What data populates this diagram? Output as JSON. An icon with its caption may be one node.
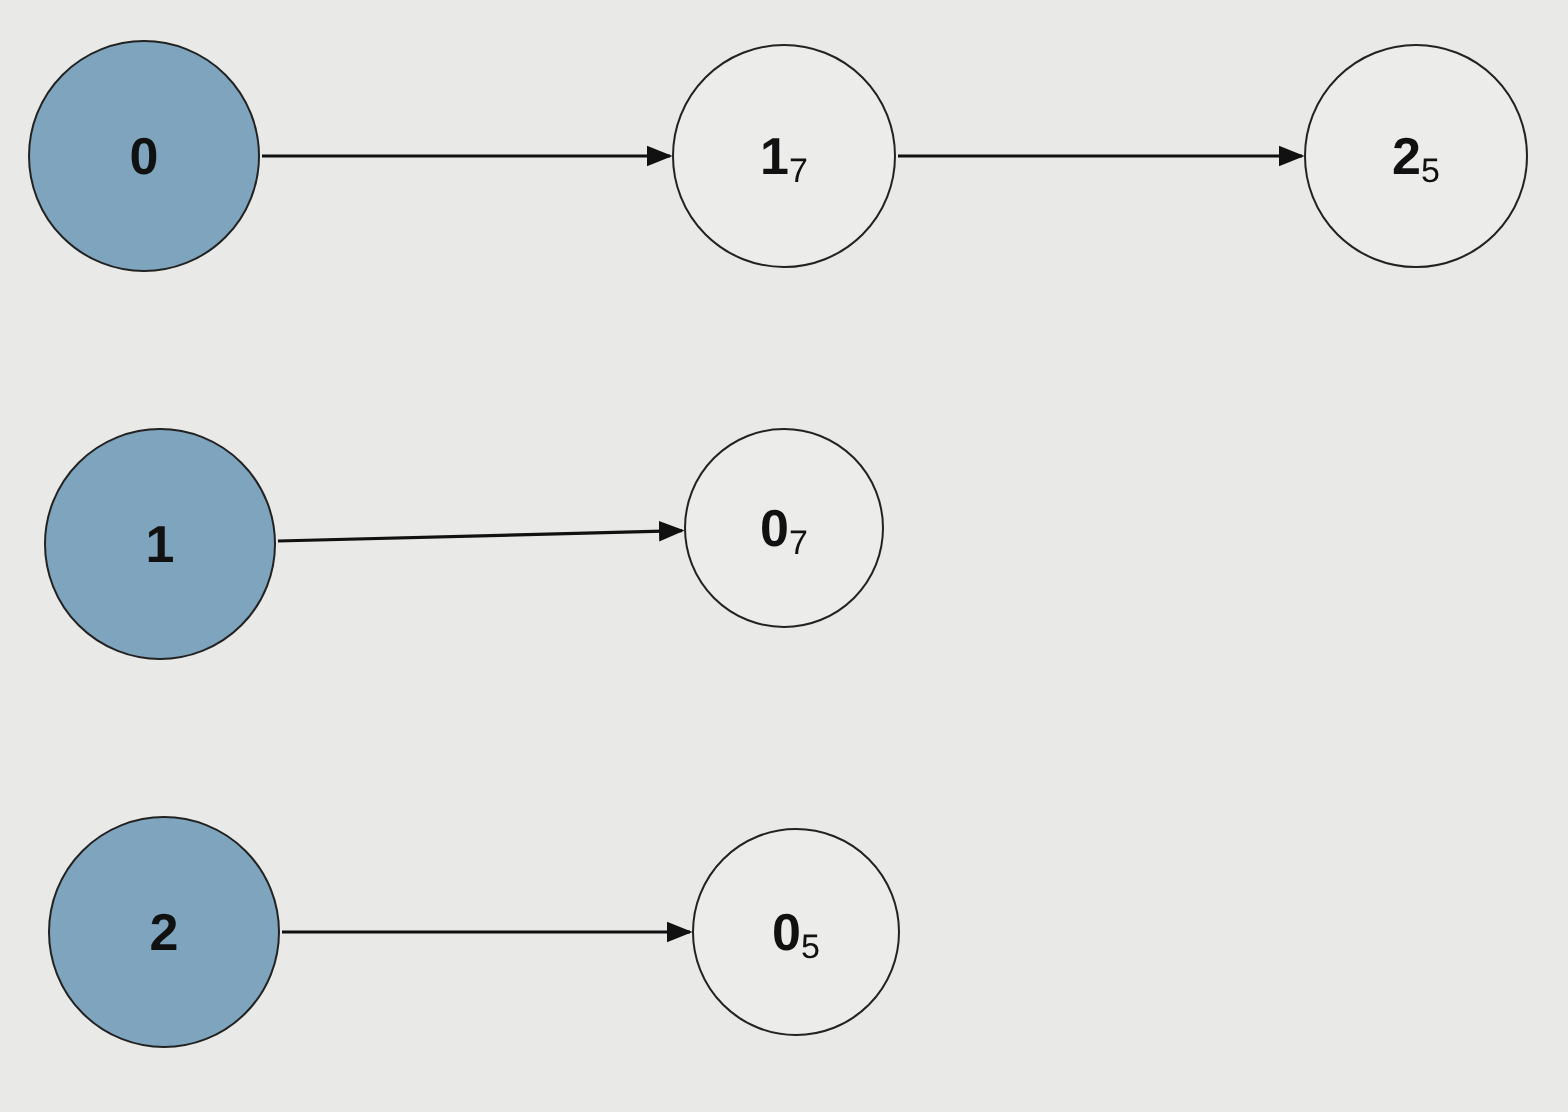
{
  "diagram": {
    "nodes": [
      {
        "text": [
          "0"
        ]
      },
      {
        "text": [
          "1$_{7}$"
        ]
      },
      {
        "text": [
          "2$_{5}$"
        ]
      },
      {
        "text": [
          "1"
        ]
      },
      {
        "text": [
          "0$_{7}$"
        ]
      },
      {
        "text": [
          "2"
        ]
      },
      {
        "text": [
          "0$_{5}$"
        ]
      }
    ],
    "edges": [
      {
        "from": 0,
        "to": 1,
        "arrow": "to"
      },
      {
        "from": 1,
        "to": 2,
        "arrow": "to"
      },
      {
        "from": 3,
        "to": 4,
        "arrow": "to"
      },
      {
        "from": 5,
        "to": 6,
        "arrow": "to"
      }
    ]
  }
}
